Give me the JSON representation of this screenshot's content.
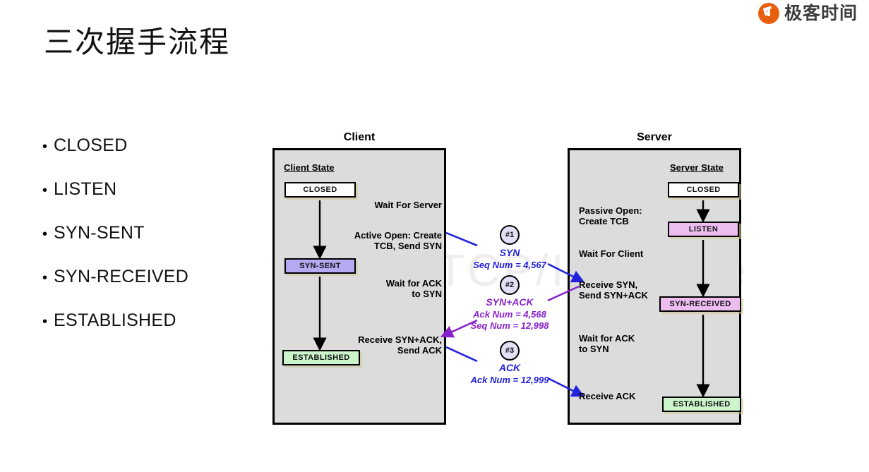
{
  "brand": {
    "name": "极客时间",
    "icon": "geektime-logo-icon",
    "accent": "#e8600f"
  },
  "slide": {
    "title": "三次握手流程",
    "bullets": [
      {
        "marker": "•",
        "label": "CLOSED"
      },
      {
        "marker": "•",
        "label": "LISTEN"
      },
      {
        "marker": "•",
        "label": "SYN-SENT"
      },
      {
        "marker": "•",
        "label": "SYN-RECEIVED"
      },
      {
        "marker": "•",
        "label": "ESTABLISHED"
      }
    ]
  },
  "diagram": {
    "watermark": "The TCP/IP Guide",
    "client": {
      "column_title": "Client",
      "state_heading": "Client State",
      "states": [
        {
          "label": "CLOSED",
          "color": "#ffffff"
        },
        {
          "label": "SYN-SENT",
          "color": "#b3aaf2"
        },
        {
          "label": "ESTABLISHED",
          "color": "#ccf5cc"
        }
      ],
      "notes": [
        "Wait For Server",
        "Active Open: Create\nTCB, Send SYN",
        "Wait for ACK\nto SYN",
        "Receive SYN+ACK,\nSend ACK"
      ]
    },
    "server": {
      "column_title": "Server",
      "state_heading": "Server State",
      "states": [
        {
          "label": "CLOSED",
          "color": "#ffffff"
        },
        {
          "label": "LISTEN",
          "color": "#edbdf0"
        },
        {
          "label": "SYN-RECEIVED",
          "color": "#edbdf0"
        },
        {
          "label": "ESTABLISHED",
          "color": "#ccf5cc"
        }
      ],
      "notes": [
        "Passive Open:\nCreate TCB",
        "Wait For Client",
        "Receive SYN,\nSend SYN+ACK",
        "Wait for ACK\nto SYN",
        "Receive ACK"
      ]
    },
    "messages": [
      {
        "number": "#1",
        "name": "SYN",
        "numbers": "Seq Num = 4,567",
        "color": "#2222dd",
        "direction": "client-to-server"
      },
      {
        "number": "#2",
        "name": "SYN+ACK",
        "numbers": "Ack Num = 4,568\nSeq Num = 12,998",
        "color": "#8822cc",
        "direction": "server-to-client"
      },
      {
        "number": "#3",
        "name": "ACK",
        "numbers": "Ack Num = 12,999",
        "color": "#2222dd",
        "direction": "client-to-server"
      }
    ]
  }
}
